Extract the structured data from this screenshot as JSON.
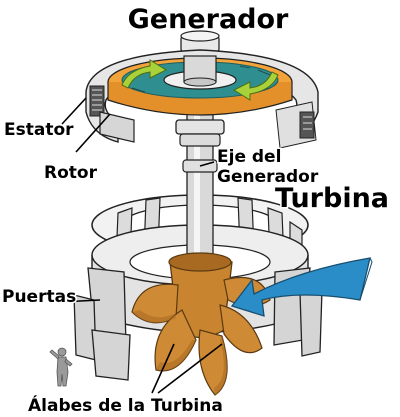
{
  "labels": {
    "title": "Generador",
    "estator": "Estator",
    "rotor": "Rotor",
    "shaft_line1": "Eje del",
    "shaft_line2": "Generador",
    "turbine": "Turbina",
    "gates": "Puertas",
    "blades": "Álabes de la Turbina"
  },
  "colors": {
    "shaft": "#d9d9d9",
    "stator_body": "#e6e6e6",
    "rotor_orange": "#f2a33a",
    "rotor_teal": "#2f8e90",
    "arrow_green": "#a9d23a",
    "turbine_blade": "#c9842f",
    "water_arrow": "#2b8dc7",
    "outline": "#222222"
  },
  "icons": {
    "person": "person-silhouette-icon",
    "water": "water-flow-arrow-icon"
  }
}
